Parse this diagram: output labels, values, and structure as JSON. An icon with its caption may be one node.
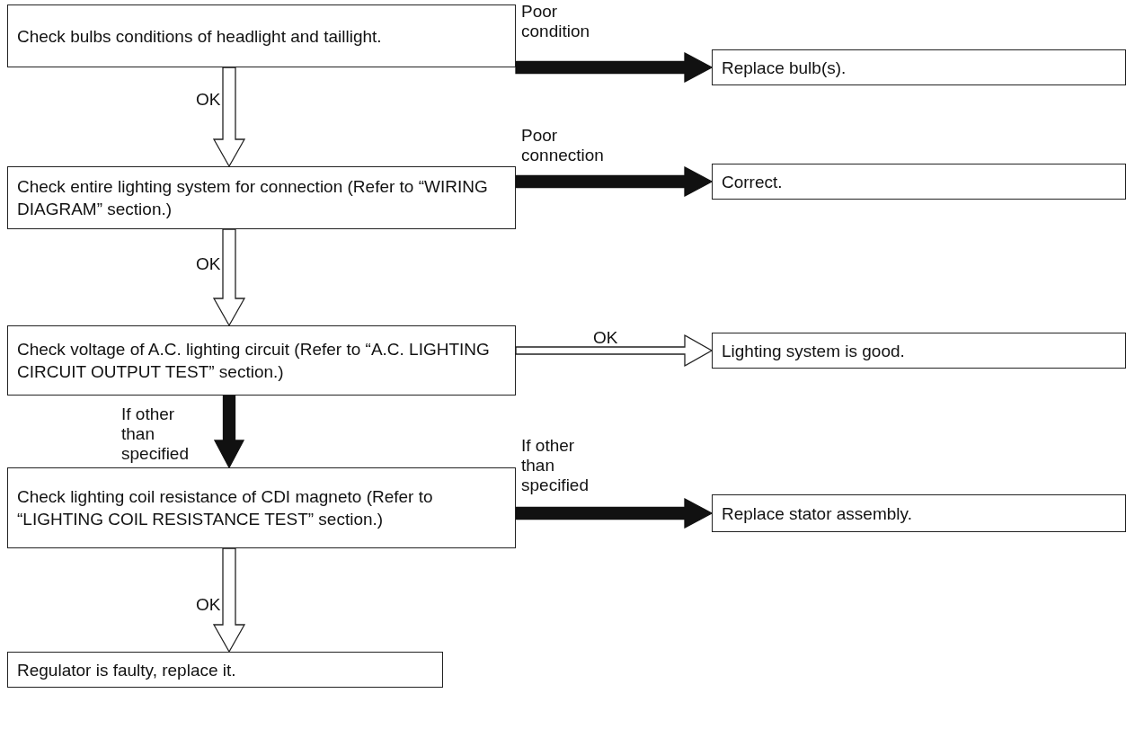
{
  "diagram": {
    "nodes": [
      {
        "text": [
          "Check bulbs conditions of headlight and taillight."
        ]
      },
      {
        "text": [
          "Replace bulb(s)."
        ]
      },
      {
        "text": [
          "Check entire lighting system for connection (Refer to “WIRING DIAGRAM” section.)"
        ]
      },
      {
        "text": [
          "Correct."
        ]
      },
      {
        "text": [
          "Check voltage of A.C. lighting circuit (Refer to “A.C. LIGHTING CIRCUIT OUTPUT TEST” section.)"
        ]
      },
      {
        "text": [
          "Lighting system is good."
        ]
      },
      {
        "text": [
          "Check lighting coil resistance of CDI magneto (Refer to “LIGHTING COIL RESISTANCE TEST” section.)"
        ]
      },
      {
        "text": [
          "Replace stator assembly."
        ]
      },
      {
        "text": [
          "Regulator is faulty, replace it."
        ]
      }
    ],
    "edges": [
      {
        "from": 0,
        "to": 1,
        "arrow": "to",
        "label": "Poor condition",
        "style": "thick"
      },
      {
        "from": 0,
        "to": 2,
        "arrow": "to",
        "label": "OK"
      },
      {
        "from": 2,
        "to": 3,
        "arrow": "to",
        "label": "Poor connection",
        "style": "thick"
      },
      {
        "from": 2,
        "to": 4,
        "arrow": "to",
        "label": "OK"
      },
      {
        "from": 4,
        "to": 5,
        "arrow": "to",
        "label": "OK"
      },
      {
        "from": 4,
        "to": 6,
        "arrow": "to",
        "label": "If other than specified",
        "style": "thick"
      },
      {
        "from": 6,
        "to": 7,
        "arrow": "to",
        "label": "If other than specified",
        "style": "thick"
      },
      {
        "from": 6,
        "to": 8,
        "arrow": "to",
        "label": "OK"
      }
    ]
  }
}
